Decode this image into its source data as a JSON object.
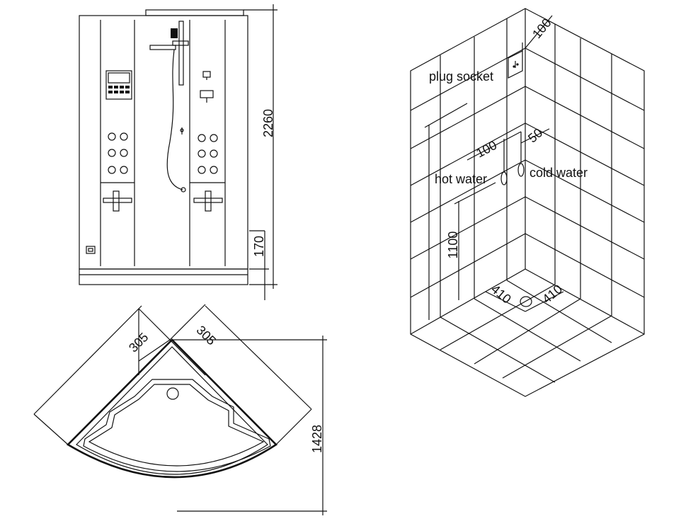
{
  "front_view": {
    "dim_height": "2260",
    "dim_base": "170"
  },
  "plan_view": {
    "dim_left": "305",
    "dim_right": "305",
    "dim_size": "1428"
  },
  "wall_view": {
    "dim_top": "100",
    "label_plug": "plug socket",
    "dim_pipe_gap": "100",
    "dim_offset": "50",
    "label_hot": "hot water",
    "label_cold": "cold water",
    "dim_pipe_height": "1100",
    "dim_floor_left": "410",
    "dim_floor_right": "410"
  }
}
